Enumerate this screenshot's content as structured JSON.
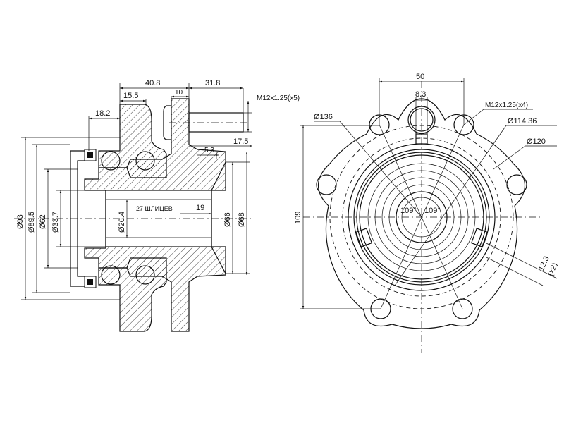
{
  "side_view": {
    "dims": {
      "d40_8": "40.8",
      "d31_8": "31.8",
      "d15_5": "15.5",
      "d10": "10",
      "d18_2": "18.2",
      "d17_5": "17.5",
      "d5_3": "5.3",
      "thread": "M12x1.25(x5)",
      "dia93": "Ø93",
      "dia89_5": "Ø89.5",
      "dia62": "Ø62",
      "dia33_7": "Ø33.7",
      "dia26_4": "Ø26.4",
      "splines": "27 ШЛИЦЕВ",
      "d19": "19",
      "dia66": "Ø66",
      "dia68": "Ø68"
    }
  },
  "front_view": {
    "dims": {
      "d50": "50",
      "d8_3": "8.3",
      "thread": "M12x1.25(x4)",
      "dia136": "Ø136",
      "dia114_36": "Ø114.36",
      "dia120": "Ø120",
      "d109": "109",
      "angle_left": "109°",
      "angle_right": "109°",
      "d12_3": "12.3",
      "x2": "(x2)"
    }
  }
}
